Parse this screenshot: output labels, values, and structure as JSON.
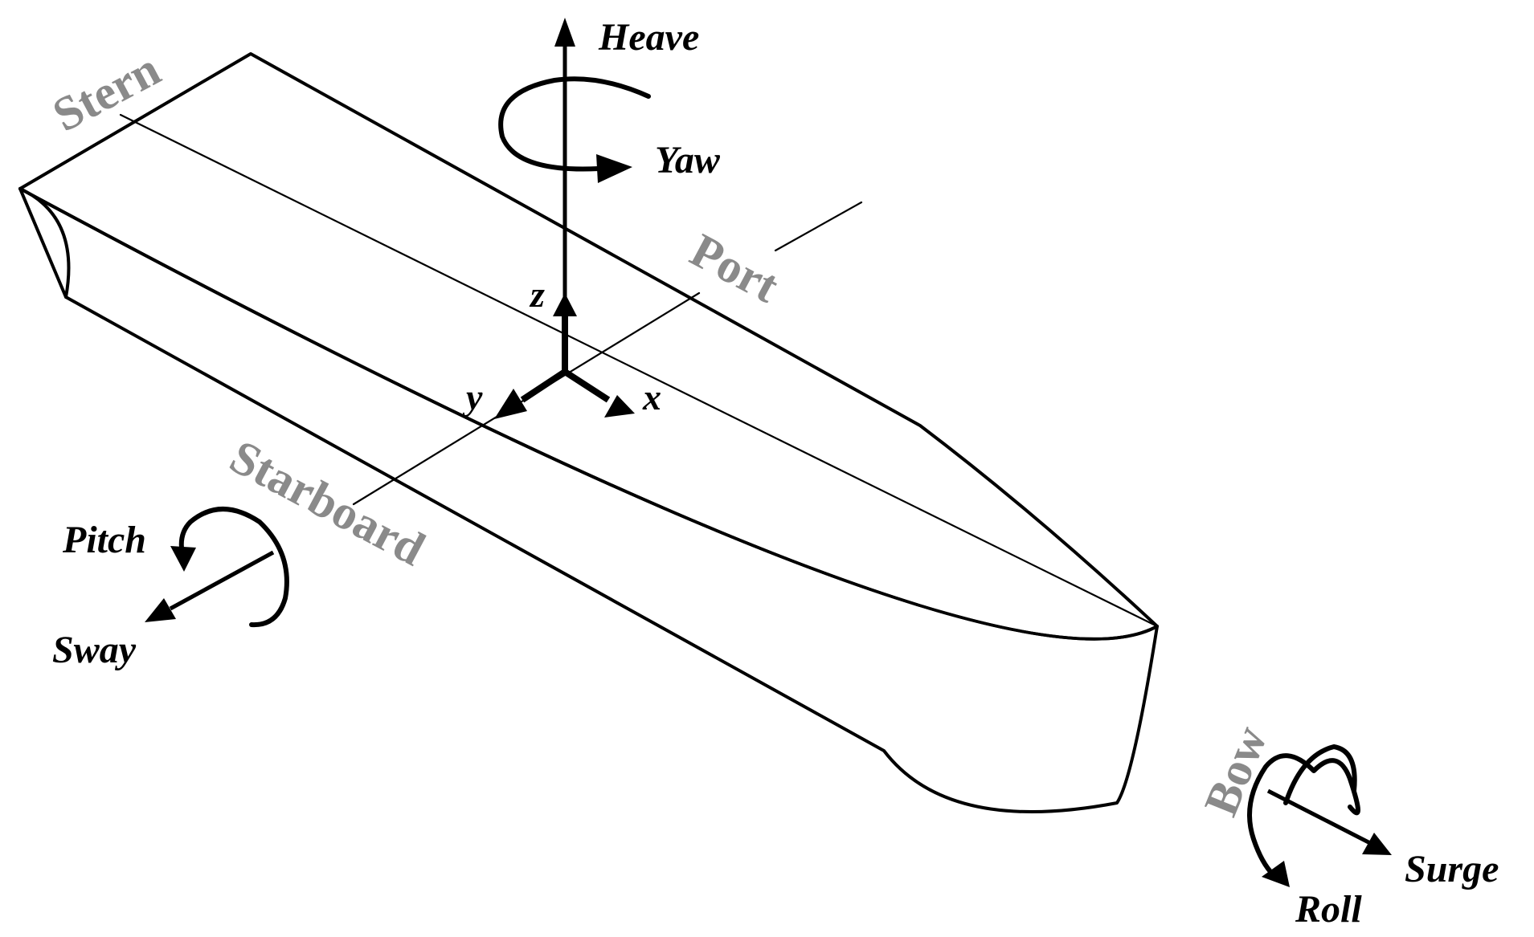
{
  "labels": {
    "stern": "Stern",
    "port": "Port",
    "starboard": "Starboard",
    "bow": "Bow",
    "heave": "Heave",
    "yaw": "Yaw",
    "pitch": "Pitch",
    "sway": "Sway",
    "surge": "Surge",
    "roll": "Roll",
    "axis_x": "x",
    "axis_y": "y",
    "axis_z": "z"
  },
  "colors": {
    "line": "#000000",
    "ship_label": "#8a8a8a",
    "background": "#ffffff"
  }
}
